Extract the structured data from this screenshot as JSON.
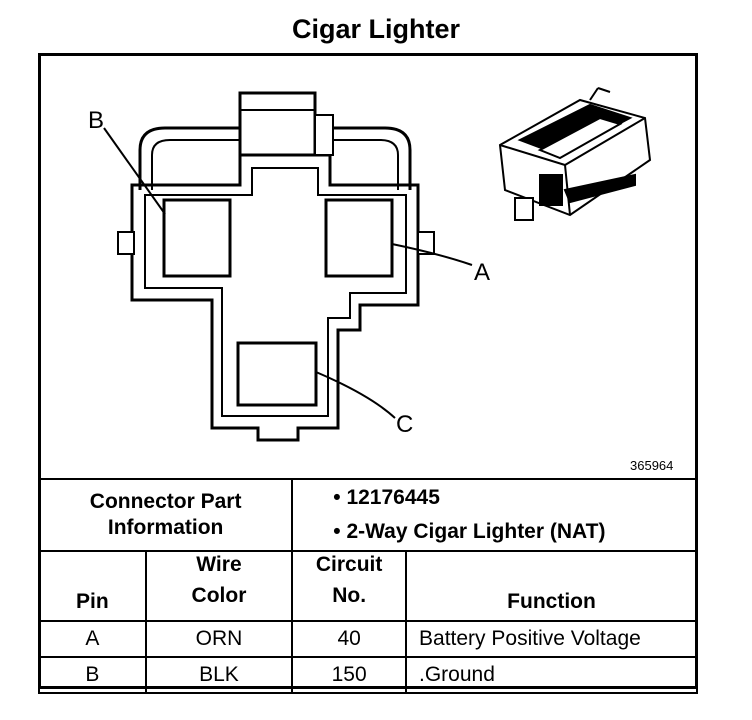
{
  "title": "Cigar Lighter",
  "figure_id": "365964",
  "pin_labels": {
    "a": "A",
    "b": "B",
    "c": "C"
  },
  "connector_part_information": {
    "label_line1": "Connector Part",
    "label_line2": "Information",
    "items": [
      "12176445",
      "2-Way Cigar Lighter (NAT)"
    ]
  },
  "table": {
    "headers": {
      "pin": "Pin",
      "wire_color_line1": "Wire",
      "wire_color_line2": "Color",
      "circuit_line1": "Circuit",
      "circuit_line2": "No.",
      "function": "Function"
    },
    "rows": [
      {
        "pin": "A",
        "wire_color": "ORN",
        "circuit": "40",
        "function": "Battery Positive Voltage"
      },
      {
        "pin": "B",
        "wire_color": "BLK",
        "circuit": "150",
        "function": ".Ground"
      }
    ]
  }
}
